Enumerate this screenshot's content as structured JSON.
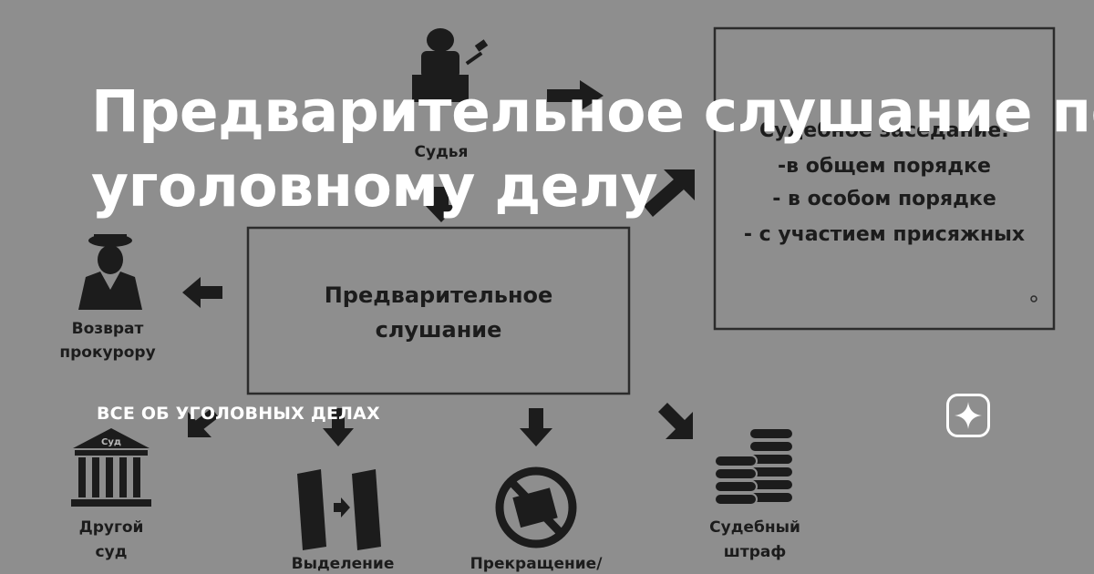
{
  "headline": {
    "line1": "Предварительное слушание по",
    "line2": "уголовному делу"
  },
  "channel": {
    "name": "ВСЕ ОБ УГОЛОВНЫХ ДЕЛАХ"
  },
  "diagram": {
    "judge_label": "Судья",
    "center_line1": "Предварительное",
    "center_line2": "слушание",
    "court_session_title": "Судебное заседание:",
    "court_session_items": [
      "-в общем порядке",
      "- в особом порядке",
      "- с участием присяжных"
    ],
    "return_line1": "Возврат",
    "return_line2": "прокурору",
    "other_court_line1": "Другой",
    "other_court_line2": "суд",
    "other_court_sign": "Суд",
    "separation_label": "Выделение",
    "termination_label": "Прекращение/",
    "fine_line1": "Судебный",
    "fine_line2": "штраф"
  },
  "colors": {
    "background": "#8e8e8e",
    "ink": "#1c1c1c",
    "headline": "#ffffff"
  },
  "icons": {
    "brand": "zen-star-icon"
  }
}
